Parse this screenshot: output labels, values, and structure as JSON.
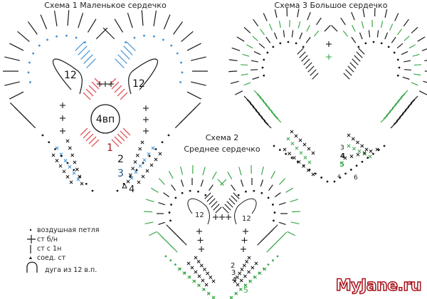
{
  "schemes": [
    {
      "title": "Схема 1 Маленькое сердечко",
      "center_label": "4вп",
      "arc_label": "12",
      "row_labels": [
        "1",
        "2",
        "3",
        "4"
      ]
    },
    {
      "title": "Схема 2",
      "subtitle": "Среднее сердечко",
      "arc_label": "12",
      "row_labels": [
        "2",
        "3",
        "4",
        "5"
      ]
    },
    {
      "title": "Схема 3 Большое сердечко",
      "row_labels": [
        "3",
        "4",
        "5",
        "4",
        "6"
      ]
    }
  ],
  "legend": [
    {
      "symbol": "chain-dot-icon",
      "label": "воздушная петля"
    },
    {
      "symbol": "plus-icon",
      "label": "ст б/н"
    },
    {
      "symbol": "bar-icon",
      "label": "ст с 1н"
    },
    {
      "symbol": "triangle-icon",
      "label": "соед. ст"
    },
    {
      "symbol": "arc-icon",
      "label": "дуга из 12 в.п."
    }
  ],
  "watermark": "MyJane.ru",
  "colors": {
    "black": "#1a1a1a",
    "blue": "#3d8fd1",
    "red": "#e0464a",
    "green": "#3aa84a",
    "navy": "#1f4f8a",
    "darkred": "#a8141c"
  }
}
